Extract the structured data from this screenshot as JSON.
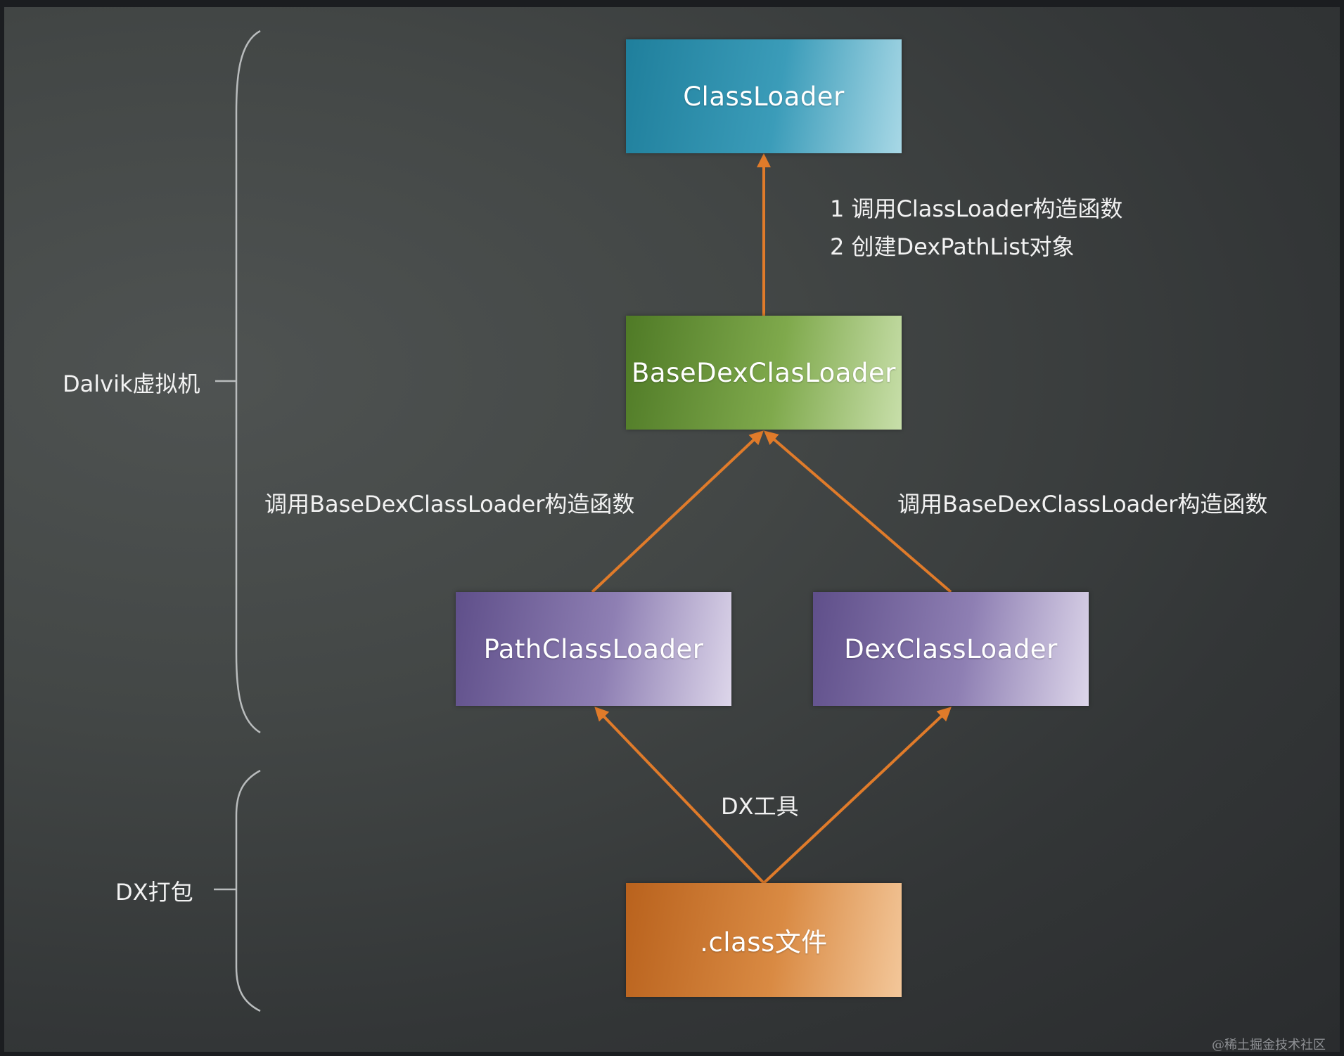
{
  "nodes": {
    "classloader": "ClassLoader",
    "base": "BaseDexClasLoader",
    "path": "PathClassLoader",
    "dex": "DexClassLoader",
    "class_file": ".class文件"
  },
  "edge_labels": {
    "base_to_classloader_1": "1 调用ClassLoader构造函数",
    "base_to_classloader_2": "2 创建DexPathList对象",
    "path_to_base": "调用BaseDexClassLoader构造函数",
    "dex_to_base": "调用BaseDexClassLoader构造函数",
    "dx_tool": "DX工具"
  },
  "groups": {
    "dalvik": "Dalvik虚拟机",
    "dx_pack": "DX打包"
  },
  "watermark": "@稀土掘金技术社区",
  "colors": {
    "arrow": "#e07b2a",
    "bracket": "#b9bcbd"
  }
}
